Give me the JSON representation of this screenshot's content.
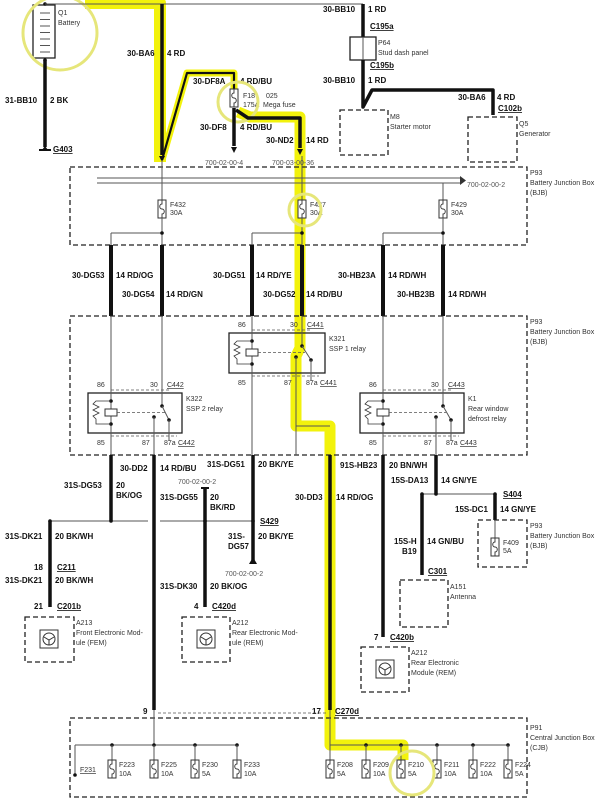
{
  "colors": {
    "highlight": "#f2f20c",
    "circle": "#e6e67a",
    "wire": "#111111",
    "thin": "#555555"
  },
  "components": {
    "battery": {
      "ref": "Q1",
      "name": "Battery"
    },
    "mega_fuse": {
      "ref": "F18",
      "rating": "175A",
      "ref2": "025",
      "name": "Mega fuse"
    },
    "stud": {
      "ref": "P64",
      "name": "Stud dash panel"
    },
    "starter": {
      "ref": "M8",
      "name": "Starter motor"
    },
    "generator": {
      "ref": "Q5",
      "name": "Generator"
    },
    "bjb": {
      "ref": "P93",
      "name": "Battery Junction Box",
      "abbr": "(BJB)"
    },
    "fem": {
      "ref": "A213",
      "name1": "Front Electronic Mod-",
      "name2": "ule (FEM)"
    },
    "rem1": {
      "ref": "A212",
      "name1": "Rear Electronic Mod-",
      "name2": "ule (REM)"
    },
    "rem2": {
      "ref": "A212",
      "name1": "Rear Electronic",
      "name2": "Module (REM)"
    },
    "antenna": {
      "ref": "A151",
      "name": "Antenna"
    },
    "cjb": {
      "ref": "P91",
      "name": "Central Junction Box",
      "abbr": "(CJB)"
    }
  },
  "wires": [
    [
      "31-BB10",
      "2 BK"
    ],
    [
      "30-BA6",
      "4 RD"
    ],
    [
      "30-DF8A",
      "4 RD/BU"
    ],
    [
      "30-DF8",
      "4 RD/BU"
    ],
    [
      "30-ND2",
      "14 RD"
    ],
    [
      "30-BB10",
      "1 RD"
    ],
    [
      "30-BB10",
      "1 RD"
    ],
    [
      "30-BA6",
      "4 RD"
    ],
    [
      "30-DG53",
      "14 RD/OG"
    ],
    [
      "30-DG54",
      "14 RD/GN"
    ],
    [
      "30-DG51",
      "14 RD/YE"
    ],
    [
      "30-DG52",
      "14 RD/BU"
    ],
    [
      "30-HB23A",
      "14 RD/WH"
    ],
    [
      "30-HB23B",
      "14 RD/WH"
    ],
    [
      "30-DD2",
      "14 RD/BU"
    ],
    [
      "31S-DG53",
      "20",
      "BK/OG"
    ],
    [
      "31S-DG51",
      "20 BK/YE"
    ],
    [
      "31S-DG55",
      "20",
      "BK/RD"
    ],
    [
      "31S-",
      "DG57",
      "20 BK/YE"
    ],
    [
      "31S-DK21",
      "20 BK/WH"
    ],
    [
      "31S-DK21",
      "20 BK/WH"
    ],
    [
      "31S-DK30",
      "20 BK/OG"
    ],
    [
      "30-DD3",
      "14 RD/OG"
    ],
    [
      "91S-HB23",
      "20 BN/WH"
    ],
    [
      "15S-DA13",
      "14 GN/YE"
    ],
    [
      "15S-DC1",
      "14 GN/YE"
    ],
    [
      "15S-H",
      "B19",
      "14 GN/BU"
    ]
  ],
  "connectors": {
    "g403": "G403",
    "c195a": "C195a",
    "c195b": "C195b",
    "c102b": "C102b",
    "c441": "C441",
    "c442": "C442",
    "c443": "C443",
    "s429": "S429",
    "s404": "S404",
    "c211": "C211",
    "c201b": "C201b",
    "c420d": "C420d",
    "c420b": "C420b",
    "c301": "C301",
    "c270d": "C270d"
  },
  "pins": {
    "p18": "18",
    "p21": "21",
    "p4": "4",
    "p7": "7",
    "p9": "9",
    "p17": "17"
  },
  "refs": {
    "r1": "700-02-00-4",
    "r2": "700-03-00-36",
    "r3": "700-02-00-2"
  },
  "relay_pins": {
    "p86": "86",
    "p30": "30",
    "p85": "85",
    "p87": "87",
    "p87a": "87a"
  },
  "relays": [
    {
      "ref": "K322",
      "name1": "SSP 2 relay",
      "name2": ""
    },
    {
      "ref": "K321",
      "name1": "SSP 1 relay",
      "name2": ""
    },
    {
      "ref": "K1",
      "name1": "Rear window",
      "name2": "defrost relay"
    }
  ],
  "bjb_fuses": [
    {
      "ref": "F432",
      "rating": "30A"
    },
    {
      "ref": "F427",
      "rating": "30A"
    },
    {
      "ref": "F429",
      "rating": "30A"
    },
    {
      "ref": "F409",
      "rating": "5A"
    }
  ],
  "cjb_fuses": [
    {
      "ref": "F231",
      "rating": ""
    },
    {
      "ref": "F223",
      "rating": "10A"
    },
    {
      "ref": "F225",
      "rating": "10A"
    },
    {
      "ref": "F230",
      "rating": "5A"
    },
    {
      "ref": "F233",
      "rating": "10A"
    },
    {
      "ref": "F208",
      "rating": "5A"
    },
    {
      "ref": "F209",
      "rating": "10A"
    },
    {
      "ref": "F210",
      "rating": "5A"
    },
    {
      "ref": "F211",
      "rating": "10A"
    },
    {
      "ref": "F222",
      "rating": "10A"
    },
    {
      "ref": "F224",
      "rating": "5A"
    }
  ]
}
